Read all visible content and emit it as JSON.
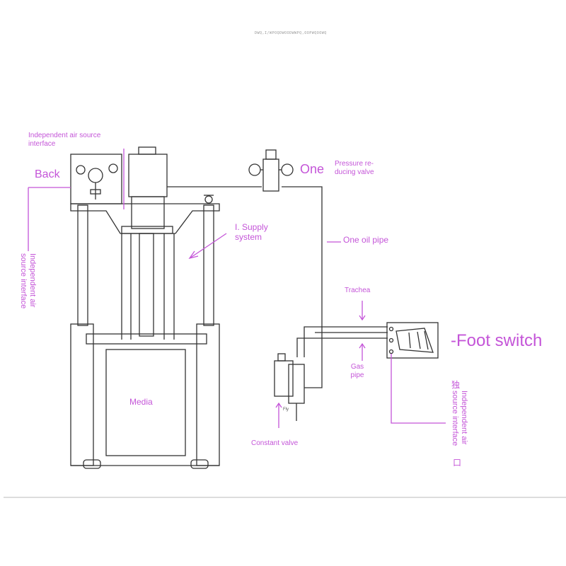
{
  "header_text": "DWQ,I/WPOQDWOODWWPQ,OOPWQOOWQ",
  "labels": {
    "independent_air_source_interface_top": "Independent air source interface",
    "back": "Back",
    "one": "One",
    "pressure_reducing_valve": "Pressure re-ducing valve",
    "supply_system": "I. Supply system",
    "one_oil_pipe": "One oil pipe",
    "independent_air_source_interface_left": "Independent air source interface",
    "trachea": "Trachea",
    "foot_switch": "-Foot switch",
    "gas_pipe": "Gas pipe",
    "media": "Media",
    "constant_valve": "Constant valve",
    "independent_air_source_interface_right": "Independent air source interface",
    "right_top_glyph": "独",
    "right_bottom_glyph": "口",
    "valve_tag": "Fly"
  },
  "colors": {
    "line": "#333333",
    "annotation": "#c455d8",
    "background": "#ffffff"
  }
}
